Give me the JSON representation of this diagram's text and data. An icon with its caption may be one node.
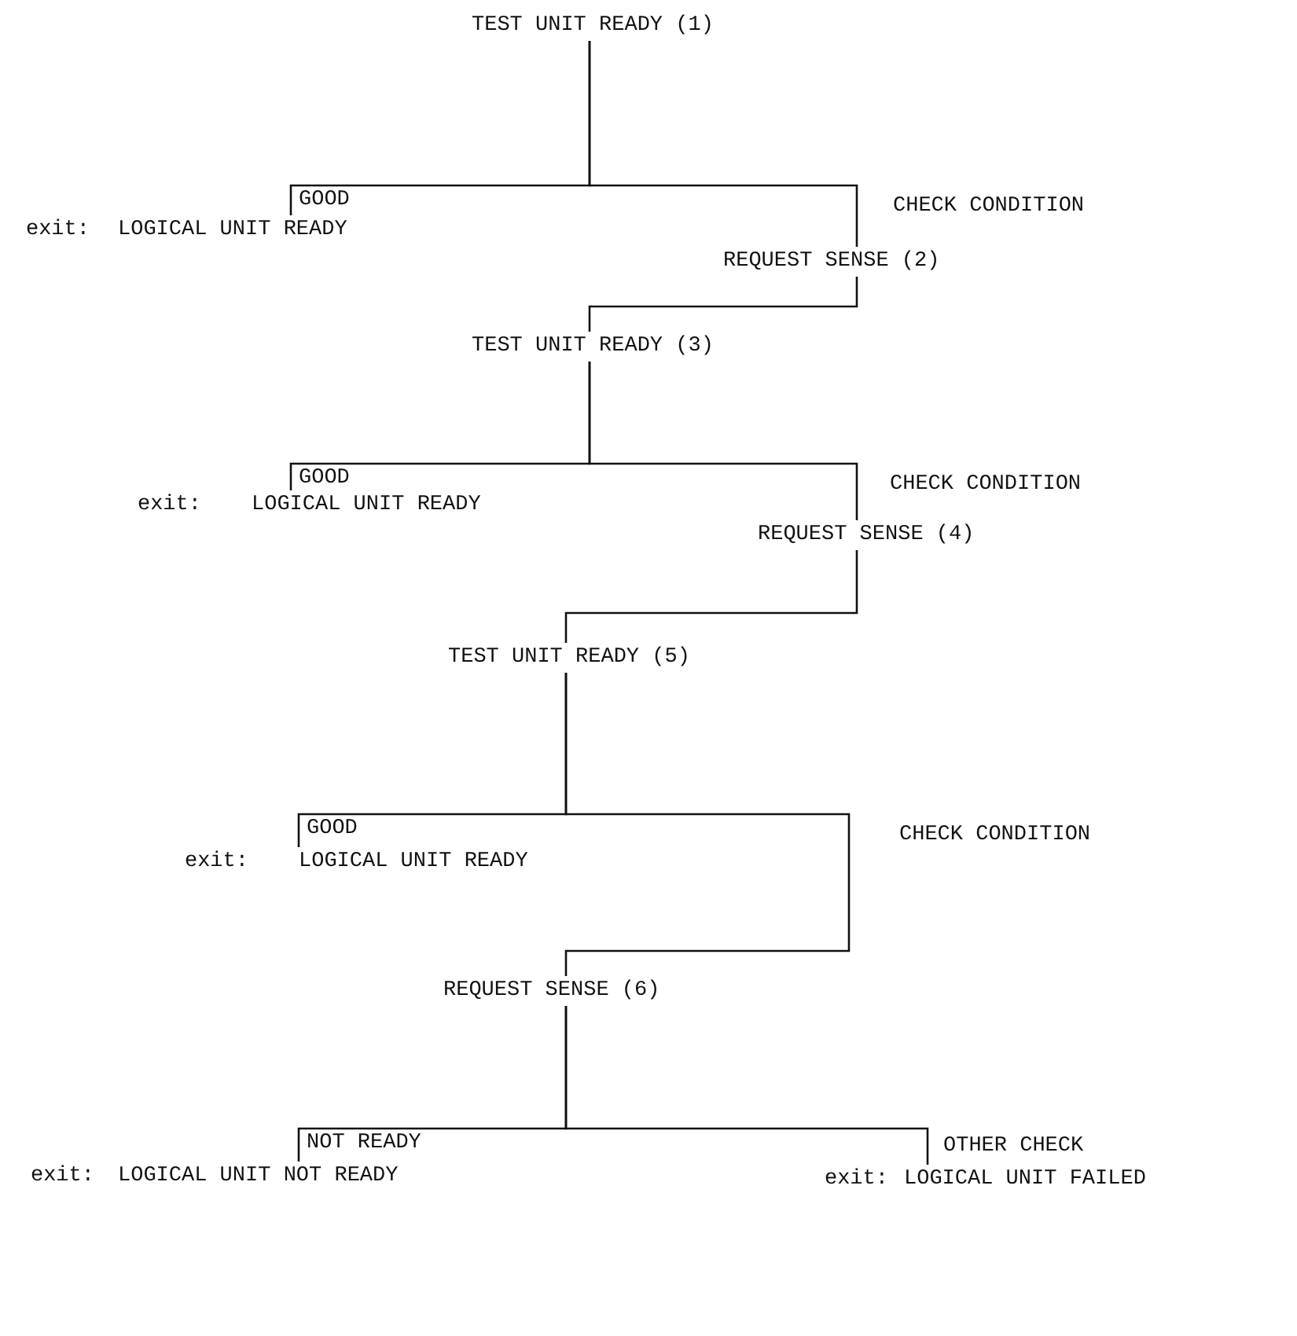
{
  "diagram": {
    "nodes": [
      {
        "text": [
          "TEST UNIT READY (1)"
        ]
      },
      {
        "text": [
          "LOGICAL UNIT READY"
        ],
        "beside": [
          "exit:"
        ]
      },
      {
        "text": [
          "REQUEST SENSE (2)"
        ]
      },
      {
        "text": [
          "TEST UNIT READY (3)"
        ]
      },
      {
        "text": [
          "LOGICAL UNIT READY"
        ],
        "beside": [
          "exit:"
        ]
      },
      {
        "text": [
          "REQUEST SENSE (4)"
        ]
      },
      {
        "text": [
          "TEST UNIT READY (5)"
        ]
      },
      {
        "text": [
          "LOGICAL UNIT READY"
        ],
        "beside": [
          "exit:"
        ]
      },
      {
        "text": [
          "REQUEST SENSE (6)"
        ]
      },
      {
        "text": [
          "LOGICAL UNIT NOT READY"
        ],
        "beside": [
          "exit:"
        ]
      },
      {
        "text": [
          "LOGICAL UNIT FAILED"
        ],
        "beside": [
          "exit:"
        ]
      }
    ],
    "edges": [
      {
        "from": 0,
        "to": 1,
        "arrow": "none",
        "label": "GOOD"
      },
      {
        "from": 0,
        "to": 2,
        "arrow": "none",
        "label": "CHECK CONDITION"
      },
      {
        "from": 2,
        "to": 3,
        "arrow": "none"
      },
      {
        "from": 3,
        "to": 4,
        "arrow": "none",
        "label": "GOOD"
      },
      {
        "from": 3,
        "to": 5,
        "arrow": "none",
        "label": "CHECK CONDITION"
      },
      {
        "from": 5,
        "to": 6,
        "arrow": "none"
      },
      {
        "from": 6,
        "to": 7,
        "arrow": "none",
        "label": "GOOD"
      },
      {
        "from": 6,
        "to": 8,
        "arrow": "none",
        "label": "CHECK CONDITION"
      },
      {
        "from": 8,
        "to": 9,
        "arrow": "none",
        "label": "NOT READY"
      },
      {
        "from": 8,
        "to": 10,
        "arrow": "none",
        "label": "OTHER CHECK"
      }
    ]
  }
}
